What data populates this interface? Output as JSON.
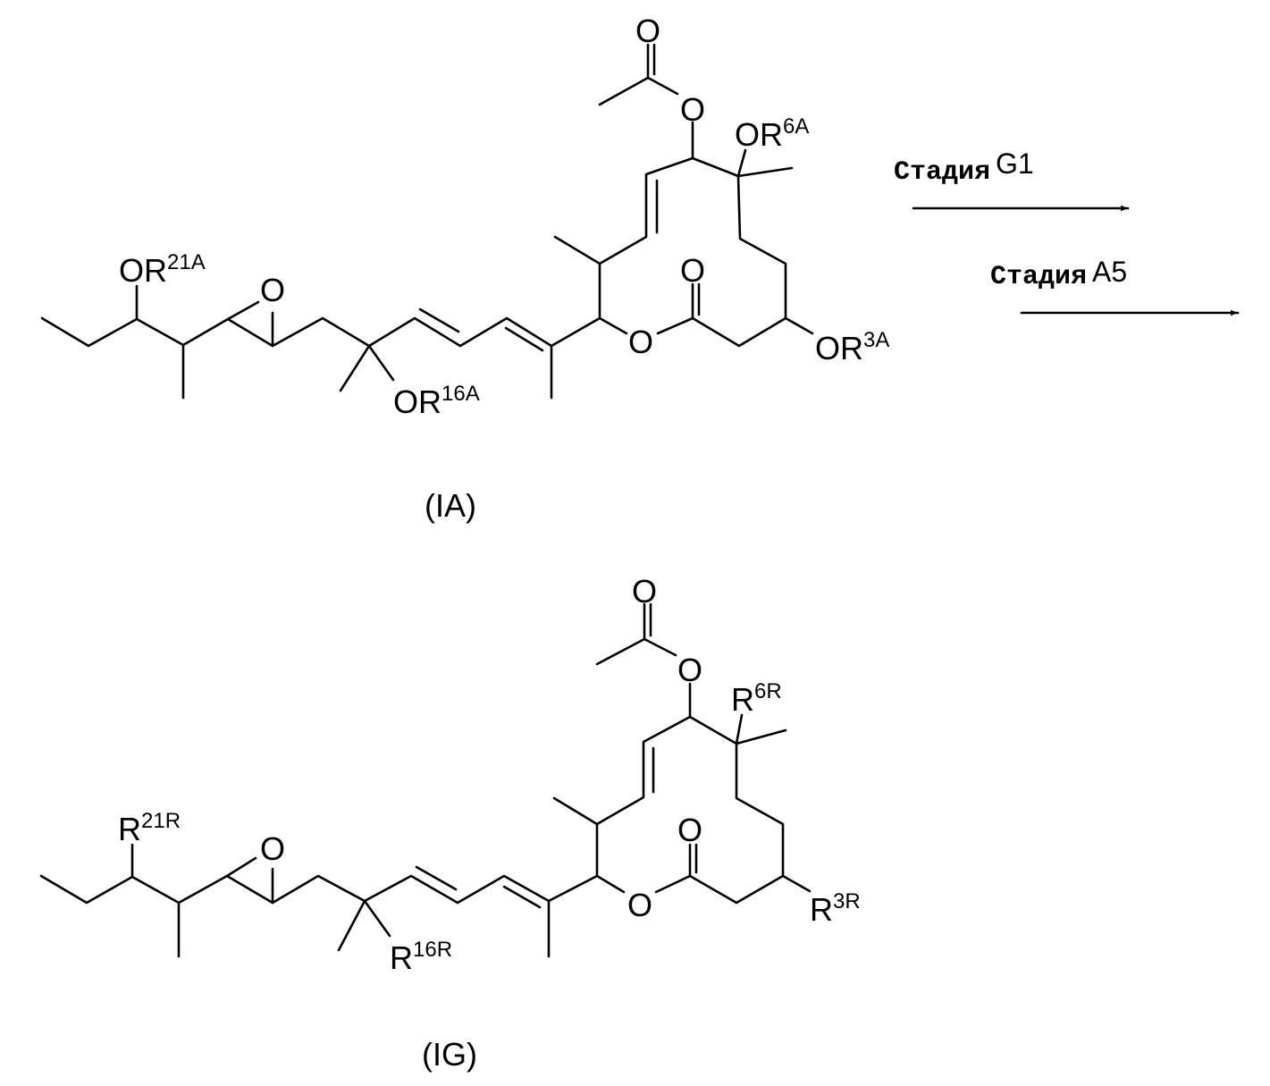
{
  "reaction": {
    "step1": {
      "label": "Стадия",
      "id": "G1"
    },
    "step2": {
      "label": "Стадия",
      "id": "A5"
    }
  },
  "compound_IA": {
    "name": "(IA)",
    "atoms": {
      "O": "O"
    },
    "r21": {
      "prefix": "OR",
      "sup": "21A"
    },
    "r16": {
      "prefix": "OR",
      "sup": "16A"
    },
    "r6": {
      "prefix": "OR",
      "sup": "6A"
    },
    "r3": {
      "prefix": "OR",
      "sup": "3A"
    }
  },
  "compound_IG": {
    "name": "(IG)",
    "atoms": {
      "O": "O"
    },
    "r21": {
      "prefix": "R",
      "sup": "21R"
    },
    "r16": {
      "prefix": "R",
      "sup": "16R"
    },
    "r6": {
      "prefix": "R",
      "sup": "6R"
    },
    "r3": {
      "prefix": "R",
      "sup": "3R"
    }
  }
}
